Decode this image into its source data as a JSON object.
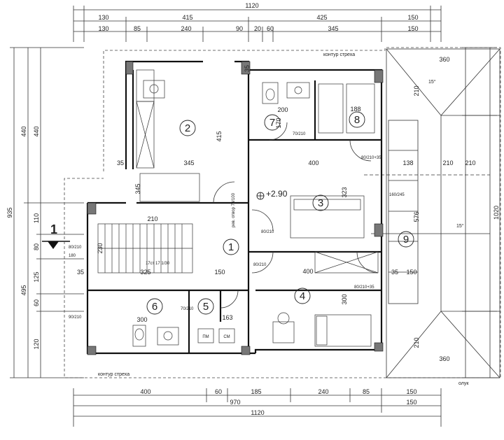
{
  "plan": {
    "dims_top": {
      "total": "1120",
      "row1": [
        "130",
        "415",
        "425",
        "150"
      ],
      "row2": [
        "130",
        "85",
        "240",
        "90",
        "20",
        "60",
        "345",
        "150"
      ]
    },
    "dims_bottom": {
      "row1": [
        "400",
        "60",
        "185",
        "240",
        "85",
        "150"
      ],
      "row2": [
        "970",
        "150"
      ],
      "total": "1120"
    },
    "dims_left": {
      "total": "935",
      "split": [
        "440",
        "495"
      ],
      "chain_upper": [
        "440"
      ],
      "chain_lower": [
        "110",
        "80",
        "125",
        "60",
        "120"
      ]
    },
    "dims_right": {
      "total": "1020",
      "chain": [
        "210",
        "576",
        "210"
      ],
      "near": [
        "360",
        "138",
        "210",
        "360"
      ]
    },
    "rooms": [
      "1",
      "2",
      "3",
      "4",
      "5",
      "6",
      "7",
      "8",
      "9"
    ],
    "interior_dims": [
      "345",
      "415",
      "400",
      "323",
      "400",
      "300",
      "300",
      "210",
      "230",
      "325",
      "150",
      "150",
      "163",
      "200",
      "188",
      "170",
      "35",
      "35",
      "35",
      "35",
      "210",
      "345"
    ],
    "openings": [
      "80/210",
      "80/210",
      "70/210",
      "70/210",
      "80/210+35",
      "80/210+35",
      "90/210",
      "80/210",
      "160/245",
      "180"
    ],
    "stair": "17ст 17 1/30",
    "level": "+2.90",
    "notes": {
      "eave_top": "контур стреха",
      "eave_bottom": "контур стреха",
      "gutter": "олук",
      "slope": "15°",
      "rev": "рев. отвор 70/100"
    },
    "section_marker": "1",
    "sanitary_labels": [
      "ПМ",
      "СМ"
    ]
  }
}
